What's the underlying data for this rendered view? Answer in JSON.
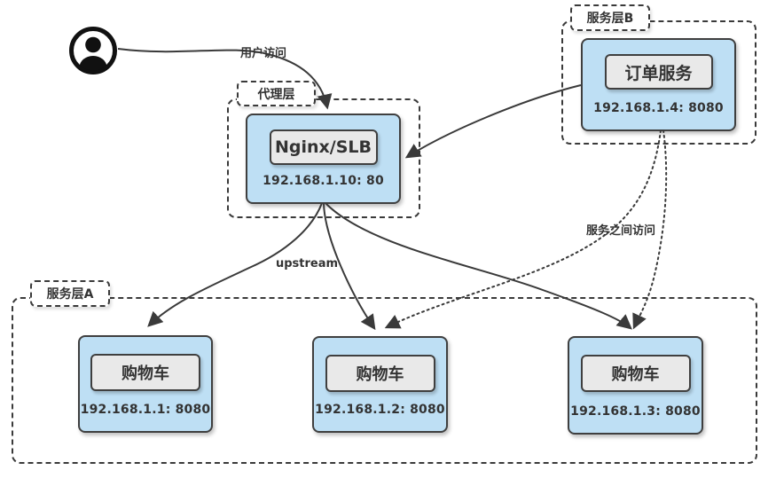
{
  "layers": {
    "proxy": {
      "label": "代理层"
    },
    "service_b": {
      "label": "服务层B"
    },
    "service_a": {
      "label": "服务层A"
    }
  },
  "nodes": {
    "nginx": {
      "title": "Nginx/SLB",
      "address": "192.168.1.10: 80"
    },
    "order_service": {
      "title": "订单服务",
      "address": "192.168.1.4: 8080"
    },
    "cart_1": {
      "title": "购物车",
      "address": "192.168.1.1: 8080"
    },
    "cart_2": {
      "title": "购物车",
      "address": "192.168.1.2: 8080"
    },
    "cart_3": {
      "title": "购物车",
      "address": "192.168.1.3: 8080"
    }
  },
  "edge_labels": {
    "user_access": "用户访问",
    "upstream": "upstream",
    "inter_service": "服务之间访问"
  },
  "colors": {
    "node_fill": "#BEDFF4",
    "node_border": "#3F3F3F",
    "title_fill": "#E9E9E9",
    "line": "#3A3A3A"
  }
}
